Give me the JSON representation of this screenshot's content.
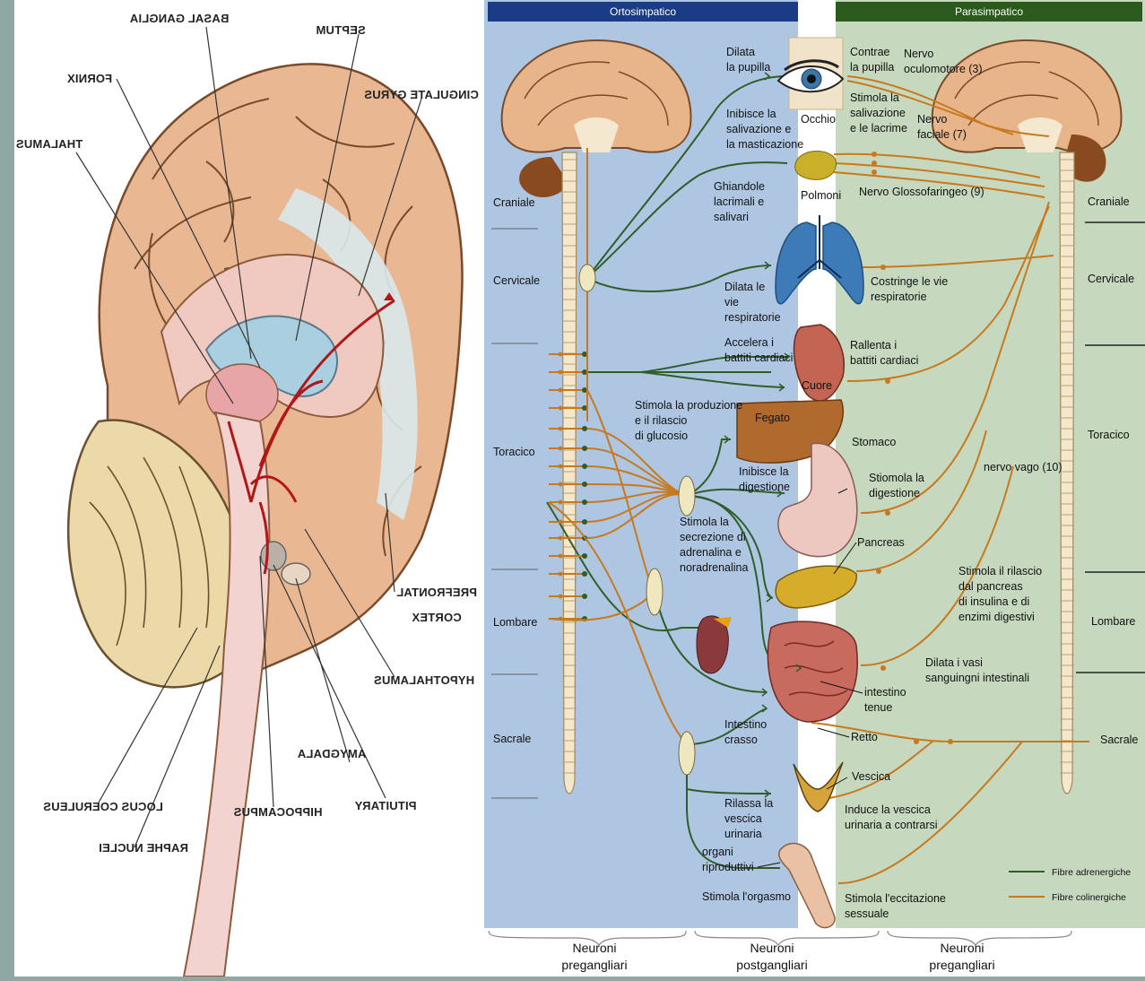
{
  "brain": {
    "labels": [
      "BASAL GANGLIA",
      "SEPTUM",
      "FORNIX",
      "CINGULATE GYRUS",
      "THALAMUS",
      "PREFRONTAL",
      "CORTEX",
      "HYPOTHALAMUS",
      "AMYGDALA",
      "PITUITARY",
      "HIPPOCAMPUS",
      "LOCUS COERULEUS",
      "RAPHE NUCLEI"
    ]
  },
  "ans": {
    "header_left": "Ortosimpatico",
    "header_right": "Parasimpatico",
    "regions_left": [
      "Craniale",
      "Cervicale",
      "Toracico",
      "Lombare",
      "Sacrale"
    ],
    "regions_right": [
      "Craniale",
      "Cervicale",
      "Toracico",
      "Lombare",
      "Sacrale"
    ],
    "footer": [
      [
        "Neuroni",
        "pregangliari"
      ],
      [
        "Neuroni",
        "postgangliari"
      ],
      [
        "Neuroni",
        "pregangliari"
      ]
    ],
    "legend": [
      "Fibre adrenergiche",
      "Fibre colinergiche"
    ],
    "legend_colors": [
      "#2e5e2a",
      "#c8791e"
    ],
    "labels_left": [
      [
        "Dilata",
        "la pupilla"
      ],
      [
        "Inibisce la",
        "salivazione e",
        "la masticazione"
      ],
      [
        "Ghiandole",
        "lacrimali e",
        "salivari"
      ],
      [
        "Dilata le",
        "vie",
        "respiratorie"
      ],
      [
        "Accelera i",
        "battiti cardiaci"
      ],
      [
        "Stimola la produzione",
        "e il rilascio",
        "di glucosio"
      ],
      [
        "Inibisce la",
        "digestione"
      ],
      [
        "Stimola la",
        "secrezione di",
        "adrenalina e",
        "noradrenalina"
      ],
      [
        "Intestino",
        "crasso"
      ],
      [
        "Rilassa la",
        "vescica",
        "urinaria"
      ],
      [
        "organi",
        "riproduttivi"
      ],
      [
        "Stimola l'orgasmo"
      ]
    ],
    "labels_organs": [
      "Occhio",
      "Polmoni",
      "Cuore",
      "Fegato",
      "Stomaco",
      "Pancreas",
      "intestino",
      "tenue",
      "Retto",
      "Vescica"
    ],
    "labels_right": [
      [
        "Contrae",
        "la pupilla"
      ],
      [
        "Nervo",
        "oculomotore (3)"
      ],
      [
        "Stimola la",
        "salivazione",
        "e le lacrime"
      ],
      [
        "Nervo",
        "faciale (7)"
      ],
      [
        "Nervo Glossofaringeo (9)"
      ],
      [
        "Costringe le vie",
        "respiratorie"
      ],
      [
        "Rallenta i",
        "battiti cardiaci"
      ],
      [
        "Stiomola la",
        "digestione"
      ],
      [
        "nervo vago (10)"
      ],
      [
        "Stimola il rilascio",
        "dal pancreas",
        "di insulina e di",
        "enzimi digestivi"
      ],
      [
        "Dilata i vasi",
        "sanguingni intestinali"
      ],
      [
        "Induce la vescica",
        "urinaria a contrarsi"
      ],
      [
        "Stimola l'eccitazione",
        "sessuale"
      ]
    ]
  }
}
